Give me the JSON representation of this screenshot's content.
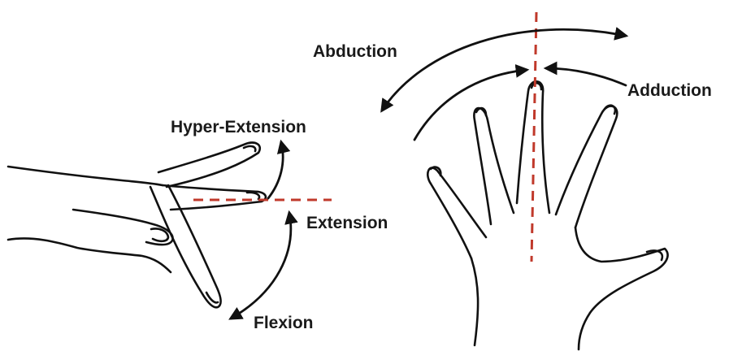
{
  "labels": {
    "abduction": "Abduction",
    "adduction": "Adduction",
    "hyper_extension": "Hyper-Extension",
    "extension": "Extension",
    "flexion": "Flexion"
  },
  "colors": {
    "reference_line": "#c0392b",
    "ink": "#111111"
  }
}
